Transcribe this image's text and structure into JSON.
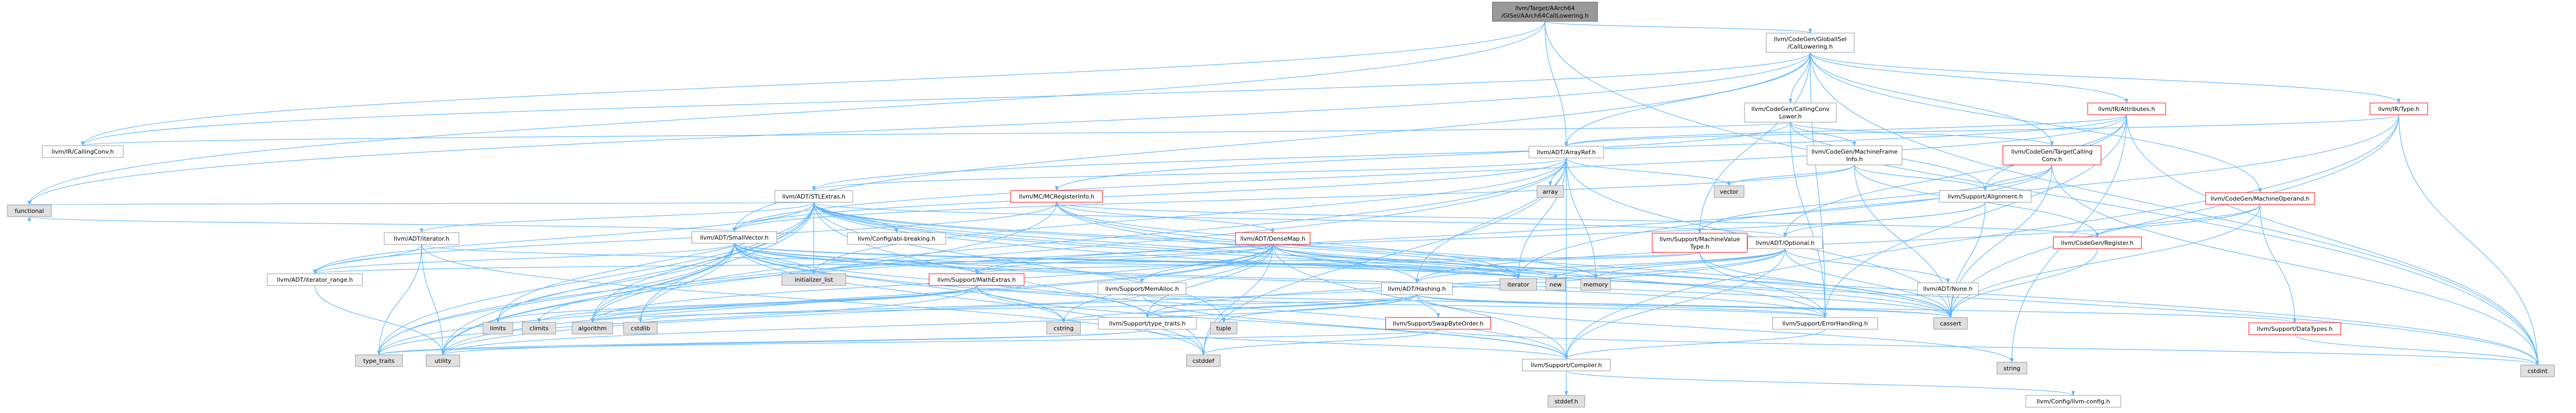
{
  "diagram": {
    "kind": "include-dependency-graph",
    "colors": {
      "edge": "#63b8ff",
      "root_fill": "#999999",
      "root_border": "#666666",
      "node_fill": "#ffffff",
      "node_border": "#999999",
      "red_border": "#ff0000",
      "system_fill": "#e0e0e0",
      "system_border": "#999999"
    },
    "nodes": [
      {
        "id": "root",
        "lines": [
          "llvm/Target/AArch64",
          "/GISel/AArch64CallLowering.h"
        ],
        "style": "root"
      },
      {
        "id": "calllowering",
        "lines": [
          "llvm/CodeGen/GlobalISel",
          "/CallLowering.h"
        ],
        "style": "normal"
      },
      {
        "id": "functional",
        "lines": [
          "functional"
        ],
        "style": "system"
      },
      {
        "id": "callingconv_ir",
        "lines": [
          "llvm/IR/CallingConv.h"
        ],
        "style": "normal"
      },
      {
        "id": "arrayref",
        "lines": [
          "llvm/ADT/ArrayRef.h"
        ],
        "style": "normal"
      },
      {
        "id": "cstdint",
        "lines": [
          "cstdint"
        ],
        "style": "system"
      },
      {
        "id": "hashing",
        "lines": [
          "llvm/ADT/Hashing.h"
        ],
        "style": "normal"
      },
      {
        "id": "errorhandling",
        "lines": [
          "llvm/Support/ErrorHandling.h"
        ],
        "style": "normal"
      },
      {
        "id": "compiler",
        "lines": [
          "llvm/Support/Compiler.h"
        ],
        "style": "normal"
      },
      {
        "id": "llvmconfig",
        "lines": [
          "llvm/Config/llvm-config.h"
        ],
        "style": "normal"
      },
      {
        "id": "stddef",
        "lines": [
          "stddef.h"
        ],
        "style": "system"
      },
      {
        "id": "datatypes",
        "lines": [
          "llvm/Support/DataTypes.h"
        ],
        "style": "red"
      },
      {
        "id": "swapbyteorder",
        "lines": [
          "llvm/Support/SwapByteOrder.h"
        ],
        "style": "red"
      },
      {
        "id": "type_traits_h",
        "lines": [
          "llvm/Support/type_traits.h"
        ],
        "style": "normal"
      },
      {
        "id": "utility",
        "lines": [
          "utility"
        ],
        "style": "system"
      },
      {
        "id": "type_traits",
        "lines": [
          "type_traits"
        ],
        "style": "system"
      },
      {
        "id": "algorithm",
        "lines": [
          "algorithm"
        ],
        "style": "system"
      },
      {
        "id": "cassert",
        "lines": [
          "cassert"
        ],
        "style": "system"
      },
      {
        "id": "cstring",
        "lines": [
          "cstring"
        ],
        "style": "system"
      },
      {
        "id": "string",
        "lines": [
          "string"
        ],
        "style": "system"
      },
      {
        "id": "tuple",
        "lines": [
          "tuple"
        ],
        "style": "system"
      },
      {
        "id": "stlextras",
        "lines": [
          "llvm/ADT/STLExtras.h"
        ],
        "style": "normal"
      },
      {
        "id": "iterator_range",
        "lines": [
          "llvm/ADT/iterator_range.h"
        ],
        "style": "normal"
      },
      {
        "id": "adtiterator",
        "lines": [
          "llvm/ADT/iterator.h"
        ],
        "style": "normal"
      },
      {
        "id": "cstddef",
        "lines": [
          "cstddef"
        ],
        "style": "system"
      },
      {
        "id": "iterator",
        "lines": [
          "iterator"
        ],
        "style": "system"
      },
      {
        "id": "abibreaking",
        "lines": [
          "llvm/Config/abi-breaking.h"
        ],
        "style": "normal"
      },
      {
        "id": "smallvector",
        "lines": [
          "llvm/ADT/SmallVector.h"
        ],
        "style": "normal"
      },
      {
        "id": "mathextras",
        "lines": [
          "llvm/Support/MathExtras.h"
        ],
        "style": "red"
      },
      {
        "id": "climits",
        "lines": [
          "climits"
        ],
        "style": "system"
      },
      {
        "id": "cstdlib",
        "lines": [
          "cstdlib"
        ],
        "style": "system"
      },
      {
        "id": "initializer_list",
        "lines": [
          "initializer_list"
        ],
        "style": "system"
      },
      {
        "id": "memory",
        "lines": [
          "memory"
        ],
        "style": "system"
      },
      {
        "id": "new",
        "lines": [
          "new"
        ],
        "style": "system"
      },
      {
        "id": "array",
        "lines": [
          "array"
        ],
        "style": "system"
      },
      {
        "id": "vector",
        "lines": [
          "vector"
        ],
        "style": "system"
      },
      {
        "id": "ccallingconv",
        "lines": [
          "llvm/CodeGen/CallingConv",
          "Lower.h"
        ],
        "style": "normal"
      },
      {
        "id": "mcregisterinfo",
        "lines": [
          "llvm/MC/MCRegisterInfo.h"
        ],
        "style": "red"
      },
      {
        "id": "densemap",
        "lines": [
          "llvm/ADT/DenseMap.h"
        ],
        "style": "red"
      },
      {
        "id": "memalloc",
        "lines": [
          "llvm/Support/MemAlloc.h"
        ],
        "style": "normal"
      },
      {
        "id": "machineframeinfo",
        "lines": [
          "llvm/CodeGen/MachineFrame",
          "Info.h"
        ],
        "style": "normal"
      },
      {
        "id": "alignment",
        "lines": [
          "llvm/Support/Alignment.h"
        ],
        "style": "normal"
      },
      {
        "id": "adtoptional",
        "lines": [
          "llvm/ADT/Optional.h"
        ],
        "style": "normal"
      },
      {
        "id": "adtnone",
        "lines": [
          "llvm/ADT/None.h"
        ],
        "style": "normal"
      },
      {
        "id": "targetcallingconv",
        "lines": [
          "llvm/CodeGen/TargetCalling",
          "Conv.h"
        ],
        "style": "red"
      },
      {
        "id": "machinevaluetype",
        "lines": [
          "llvm/Support/MachineValue",
          "Type.h"
        ],
        "style": "red"
      },
      {
        "id": "irattributes",
        "lines": [
          "llvm/IR/Attributes.h"
        ],
        "style": "red"
      },
      {
        "id": "cgregister",
        "lines": [
          "llvm/CodeGen/Register.h"
        ],
        "style": "red"
      },
      {
        "id": "irtype",
        "lines": [
          "llvm/IR/Type.h"
        ],
        "style": "red"
      },
      {
        "id": "machineoperand",
        "lines": [
          "llvm/CodeGen/MachineOperand.h"
        ],
        "style": "red"
      }
    ]
  }
}
